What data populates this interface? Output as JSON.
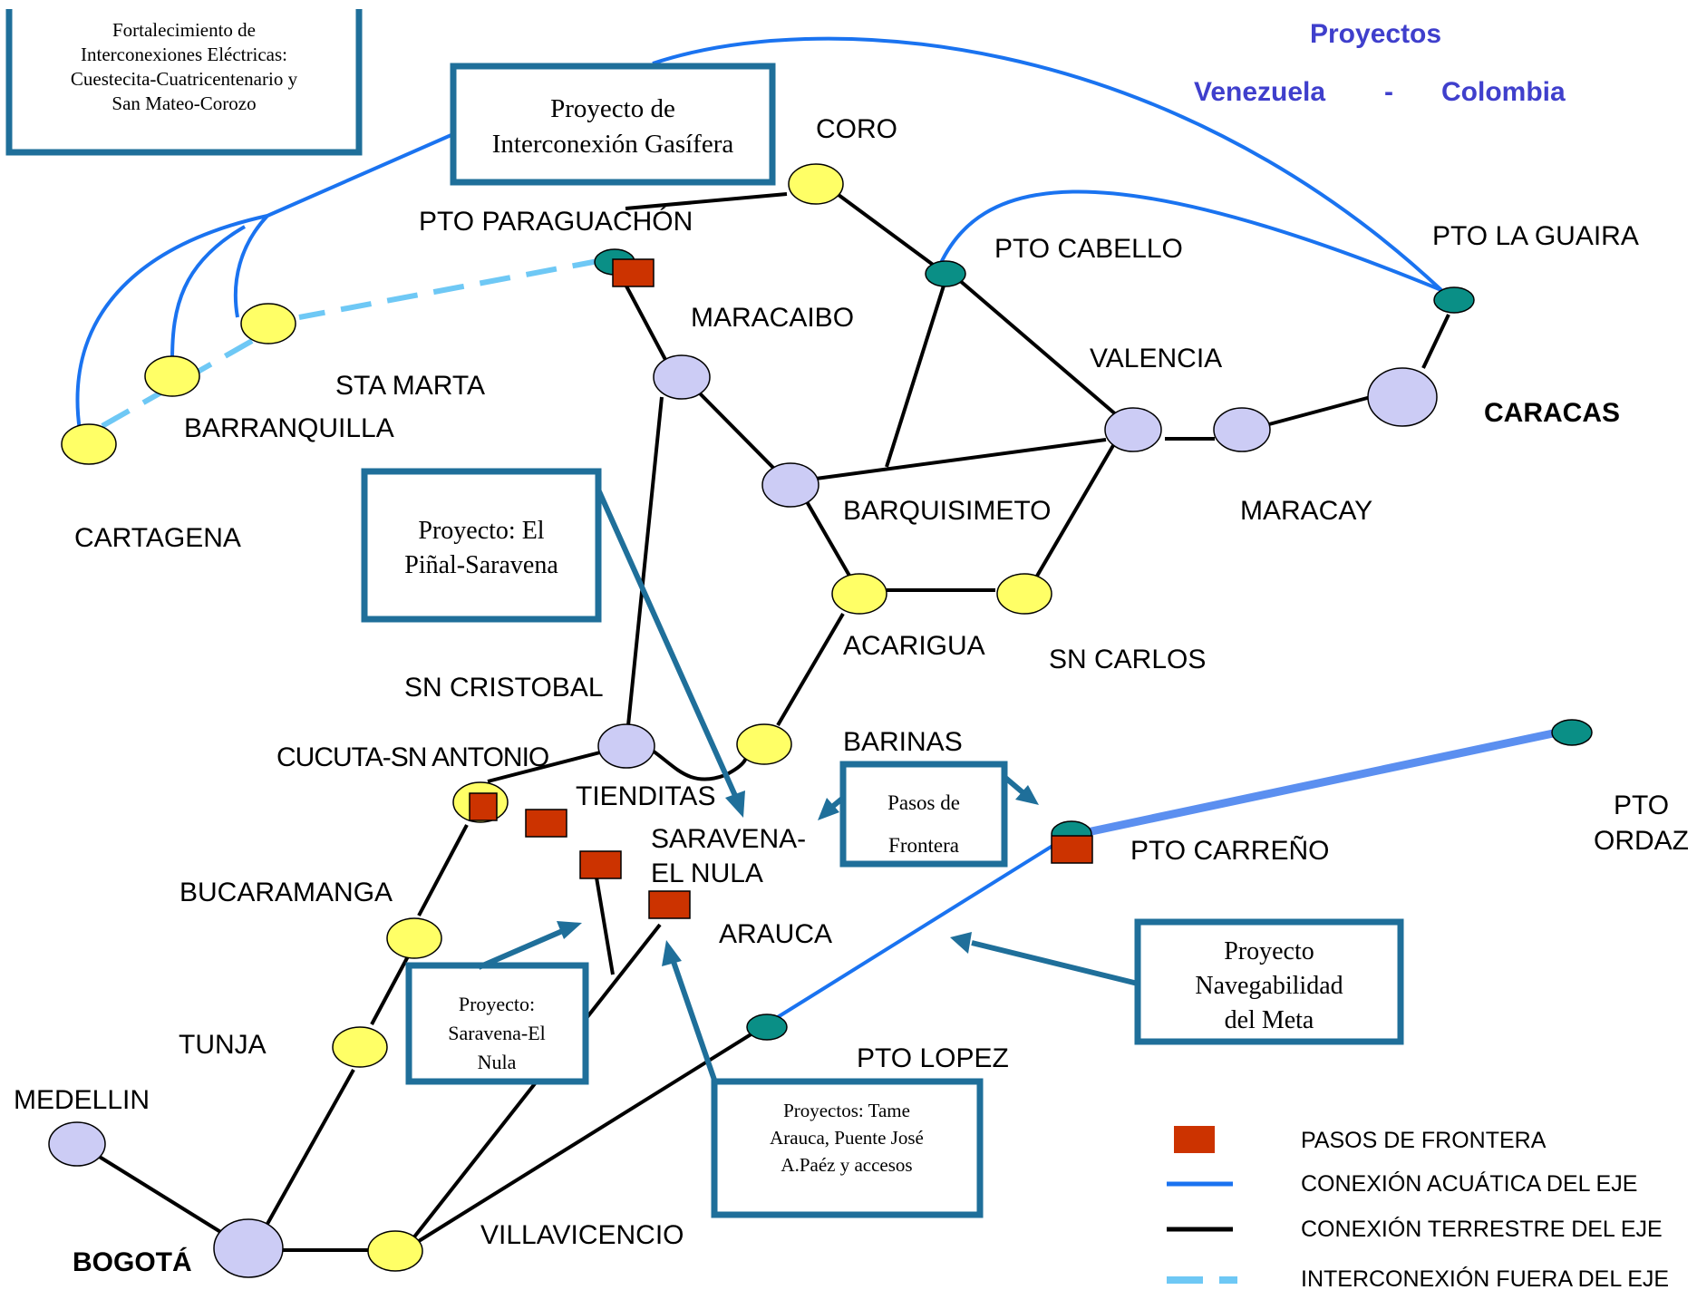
{
  "title": {
    "line1": "Proyectos",
    "left": "Venezuela",
    "sep": "-",
    "right": "Colombia"
  },
  "colors": {
    "terrestre": "#000000",
    "acuatica": "#1a73f0",
    "fuera_eje": "#6ec8f5",
    "paso_frontera": "#cc3300",
    "city_major": "#ccccf5",
    "city_minor": "#ffff66",
    "port": "#0a8f86",
    "box_border": "#1f6f9a",
    "title": "#3f3fcc"
  },
  "boxes": {
    "fortalecimiento": [
      "Fortalecimiento de",
      "Interconexiones Eléctricas:",
      "Cuestecita-Cuatricentenario y",
      "San Mateo-Corozo"
    ],
    "gasifera": [
      "Proyecto de",
      "Interconexión Gasífera"
    ],
    "pinal": [
      "Proyecto: El",
      "Piñal-Saravena"
    ],
    "pasos": [
      "Pasos de",
      "Frontera"
    ],
    "saravena": [
      "Proyecto:",
      "Saravena-El",
      "Nula"
    ],
    "tame": [
      "Proyectos: Tame",
      "Arauca, Puente José",
      "A.Paéz y accesos"
    ],
    "meta": [
      "Proyecto",
      "Navegabilidad",
      "del Meta"
    ]
  },
  "places": {
    "coro": "CORO",
    "pto_paraguachon": "PTO PARAGUACHÓN",
    "pto_cabello": "PTO CABELLO",
    "pto_la_guaira": "PTO LA GUAIRA",
    "maracaibo": "MARACAIBO",
    "valencia": "VALENCIA",
    "caracas": "CARACAS",
    "sta_marta": "STA MARTA",
    "barranquilla": "BARRANQUILLA",
    "cartagena": "CARTAGENA",
    "barquisimeto": "BARQUISIMETO",
    "maracay": "MARACAY",
    "acarigua": "ACARIGUA",
    "sn_carlos": "SN CARLOS",
    "sn_cristobal": "SN CRISTOBAL",
    "cucuta": "CUCUTA-SN ANTONIO",
    "barinas": "BARINAS",
    "tienditas": "TIENDITAS",
    "saravena_1": "SARAVENA-",
    "saravena_2": "EL NULA",
    "pto_ordaz_1": "PTO",
    "pto_ordaz_2": "ORDAZ",
    "pto_carreno": "PTO CARREÑO",
    "bucaramanga": "BUCARAMANGA",
    "arauca": "ARAUCA",
    "tunja": "TUNJA",
    "pto_lopez": "PTO LOPEZ",
    "medellin": "MEDELLIN",
    "bogota": "BOGOTÁ",
    "villavicencio": "VILLAVICENCIO"
  },
  "legend": {
    "pasos": "PASOS DE FRONTERA",
    "acuatica": "CONEXIÓN ACUÁTICA DEL EJE",
    "terrestre": "CONEXIÓN TERRESTRE DEL EJE",
    "fuera": "INTERCONEXIÓN FUERA DEL EJE"
  }
}
